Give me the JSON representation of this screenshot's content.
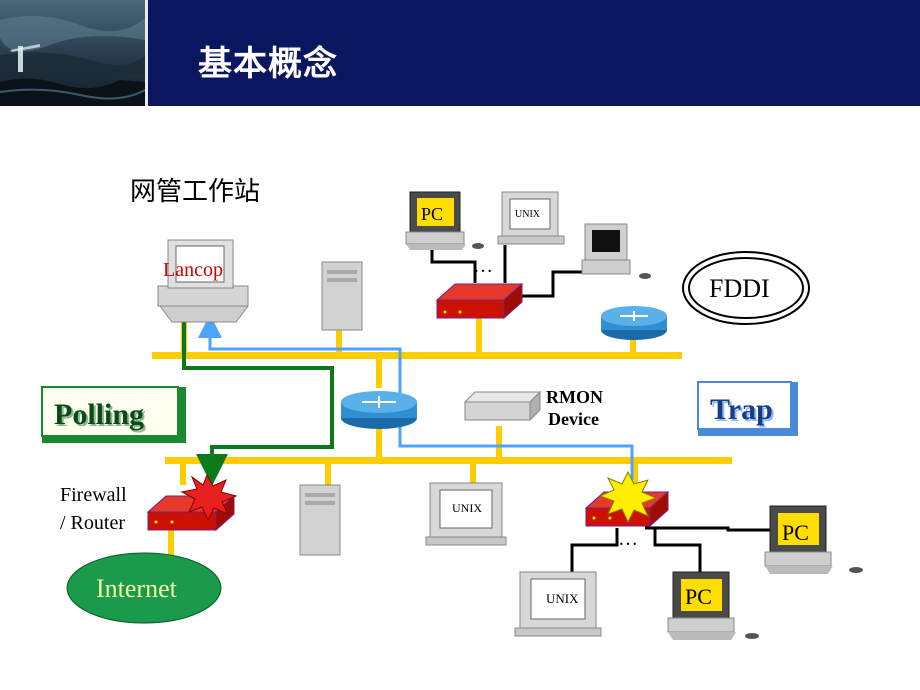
{
  "header": {
    "title": "基本概念"
  },
  "diagram": {
    "workstation_caption": "网管工作站",
    "lancop_label": "Lancop",
    "polling_label": "Polling",
    "trap_label": "Trap",
    "rmon_line1": "RMON",
    "rmon_line2": "Device",
    "fddi_label": "FDDI",
    "firewall_line1": "Firewall",
    "firewall_line2": "/ Router",
    "internet_label": "Internet",
    "pc_label": "PC",
    "unix_label": "UNIX",
    "ellipsis": "…"
  },
  "colors": {
    "header_bg": "#0b1660",
    "bus_yellow": "#ffcc00",
    "polling_green": "#0a7a1a",
    "trap_blue": "#4da3ff",
    "hub_red": "#cc1100",
    "router_cyan": "#2f8fd0",
    "internet_green": "#1a9a4a",
    "pc_screen_yellow": "#ffdd00"
  }
}
